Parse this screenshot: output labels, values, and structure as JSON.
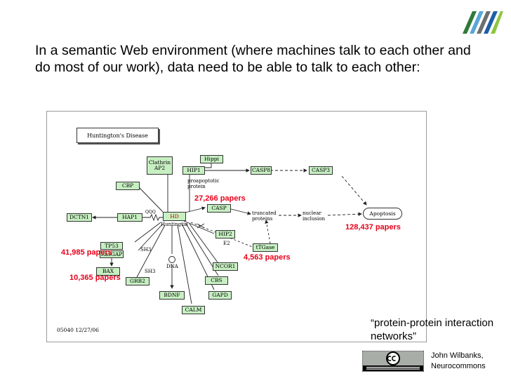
{
  "slide": {
    "body_text": "In a semantic Web environment (where machines talk to each other and do most of our work), data need to be able to talk to each other:",
    "caption": "“protein-protein interaction networks”",
    "credit_line1": "John Wilbanks,",
    "credit_line2": "Neurocommons",
    "license_badge_icon": "creative-commons-some-rights-reserved-icon",
    "logo_icon": "colored-stripes-logo-icon"
  },
  "diagram": {
    "title": "Huntington's Disease",
    "footer": "05040  12/27/06",
    "genes": {
      "clathrin_ap2": [
        "Clathrin",
        "AP2"
      ],
      "hip1": "HIP1",
      "hippi": "Hippi",
      "casp8": "CASP8",
      "casp3": "CASP3",
      "cbp": "CBP",
      "dctn1": "DCTN1",
      "hap1": "HAP1",
      "hd": "HD",
      "casp": "CASP",
      "hip2": "HIP2",
      "apoptosis": "Apoptosis",
      "tp53": "TP53",
      "rasgap": "RasGAP",
      "bax": "BAX",
      "grb2": "GRB2",
      "tgase": "tTGase",
      "ncor1": "NCOR1",
      "cbs": "CBS",
      "gapd": "GAPD",
      "bdnf": "BDNF",
      "calm": "CALM"
    },
    "labels": {
      "proapoptotic": "proapoptotic protein",
      "huntingtin": "Huntingtin",
      "truncated": "truncated proteins",
      "nuclear": "nuclear inclusion",
      "e2": "E2",
      "sh3_a": "SH3",
      "sh3_b": "SH3",
      "dna": "DNA",
      "qqq": "QQQ"
    },
    "paper_counts": {
      "hd_casp": "27,266 papers",
      "apoptosis": "128,437 papers",
      "tp53": "41,985 papers",
      "tgase": "4,563 papers",
      "bax": "10,365 papers"
    }
  },
  "colors": {
    "gene_fill": "#c7f0c2",
    "paper_count": "#e8001a",
    "hd_label": "#c00000"
  }
}
